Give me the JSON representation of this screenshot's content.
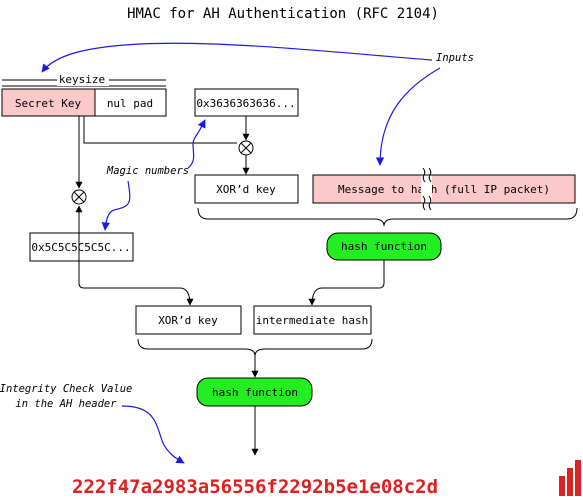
{
  "title": "HMAC for AH Authentication (RFC 2104)",
  "labels": {
    "keysize": "keysize",
    "secret_key": "Secret Key",
    "nul_pad": "nul pad",
    "ipad": "0x3636363636...",
    "opad": "0x5C5C5C5C5C...",
    "xor_key_inner": "XOR’d key",
    "message": "Message to hash (full IP packet)",
    "hash_function_inner": "hash function",
    "xor_key_outer": "XOR’d key",
    "intermediate_hash": "intermediate hash",
    "hash_function_outer": "hash function"
  },
  "annotations": {
    "inputs": "Inputs",
    "magic_numbers": "Magic numbers",
    "icv_line1": "Integrity Check Value",
    "icv_line2": "in the AH header"
  },
  "result": "222f47a2983a56556f2292b5e1e08c2d",
  "colors": {
    "key_fill": "#fbc9c9",
    "hash_fill": "#22ee22",
    "result_text": "#e02020",
    "annotation_arrow": "#1a1aee",
    "logo": "#dd2222"
  },
  "icons": {
    "xor_symbol": "circled-times",
    "logo": "red-bar-logo"
  }
}
